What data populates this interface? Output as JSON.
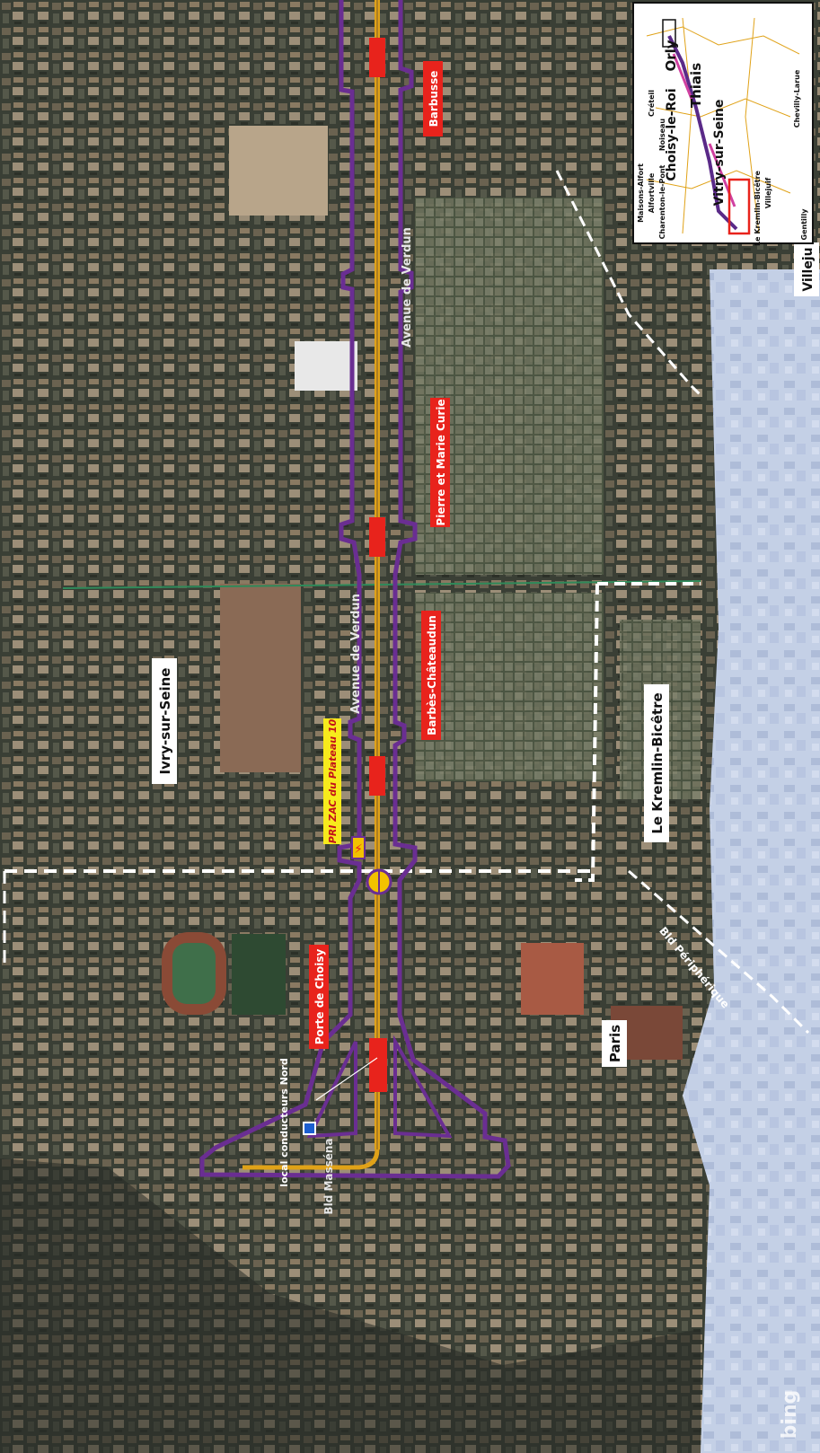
{
  "stations": [
    {
      "name": "Porte de Choisy"
    },
    {
      "name": "Barbès-Châteaudun"
    },
    {
      "name": "Pierre et Marie Curie"
    },
    {
      "name": "Barbusse"
    }
  ],
  "communes": [
    {
      "name": "Ivry-sur-Seine"
    },
    {
      "name": "Le Kremlin-Bicêtre"
    },
    {
      "name": "Paris"
    },
    {
      "name": "Villeju"
    }
  ],
  "streets": {
    "avenue_verdun_1": "Avenue de Verdun",
    "avenue_verdun_2": "Avenue de Verdun",
    "bld_massena": "Bld Masséna",
    "bld_peripherique": "Bld Périphérique"
  },
  "annotations": {
    "zac": "PRI ZAC du Plateau 10",
    "local_conducteurs": "local conducteurs Nord"
  },
  "inset": {
    "labels": {
      "orly": "Orly",
      "thiais": "Thiais",
      "choisy": "Choisy-le-Roi",
      "vitry": "Vitry-sur-Seine",
      "creteil": "Créteil",
      "noiseau": "Noiseau",
      "maisons_alfort": "Maisons-Alfort",
      "alfortville": "Alfortville",
      "charenton": "Charenton-le-Pont",
      "villejuif": "Villejuif",
      "kremlin": "Le Kremlin-Bicêtre",
      "chevilly": "Chevilly-Larue",
      "gentilly": "Gentilly"
    }
  },
  "watermark": "bing",
  "colors": {
    "station": "#e8231c",
    "tram_line": "#e0a218",
    "perimeter": "#6a2e92",
    "boundary": "#ffffff",
    "river": "#c9d6ec"
  }
}
